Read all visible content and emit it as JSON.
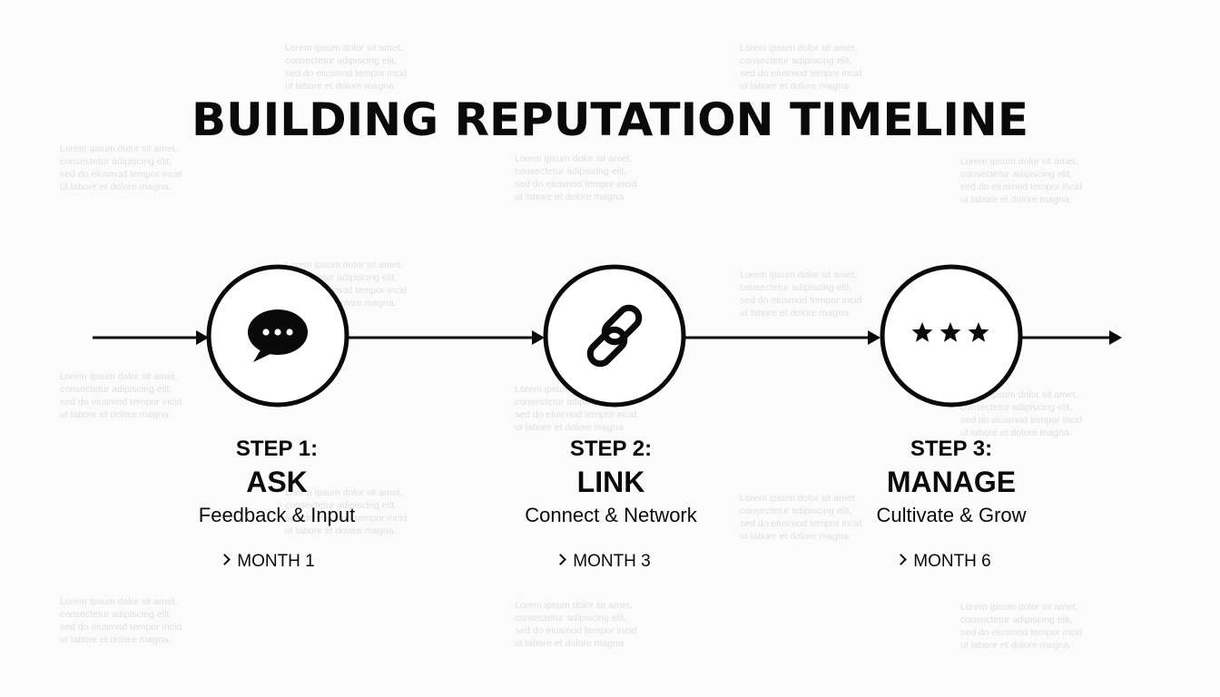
{
  "title": "BUILDING REPUTATION TIMELINE",
  "steps": [
    {
      "number": "STEP 1:",
      "name": "ASK",
      "description": "Feedback & Input",
      "month": "MONTH 1",
      "icon": "speech-bubble-icon"
    },
    {
      "number": "STEP 2:",
      "name": "LINK",
      "description": "Connect & Network",
      "month": "MONTH 3",
      "icon": "chain-link-icon"
    },
    {
      "number": "STEP 3:",
      "name": "MANAGE",
      "description": "Cultivate & Grow",
      "month": "MONTH 6",
      "icon": "three-stars-icon"
    }
  ],
  "background_text": "Lorem ipsum dolor sit amet,\nconsectetur adipiscing elit,\nsed do eiusmod tempor incid\nut labore et dolore magna.",
  "colors": {
    "ink": "#0a0a0a",
    "background": "#fbfbfb"
  }
}
